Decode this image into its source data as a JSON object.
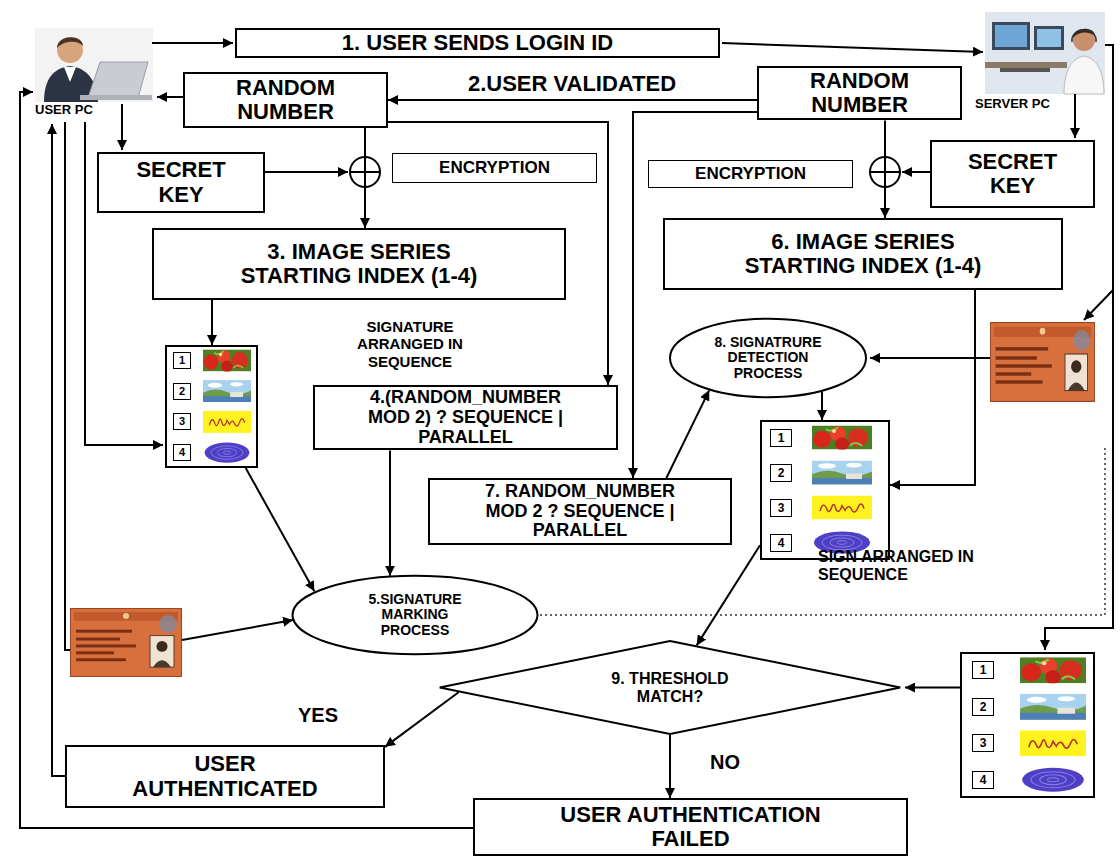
{
  "diagram": {
    "nodes": [
      {
        "text": [
          "1. USER SENDS LOGIN ID"
        ]
      },
      {
        "text": [
          "RANDOM NUMBER"
        ]
      },
      {
        "text": [
          "RANDOM NUMBER"
        ]
      },
      {
        "text": [
          "SECRET KEY"
        ]
      },
      {
        "text": [
          "ENCRYPTION"
        ]
      },
      {
        "text": [
          "ENCRYPTION"
        ]
      },
      {
        "text": [
          "SECRET KEY"
        ]
      },
      {
        "text": [
          "3. IMAGE SERIES STARTING INDEX (1-4)"
        ]
      },
      {
        "text": [
          "6. IMAGE SERIES STARTING INDEX (1-4)"
        ]
      },
      {
        "text": []
      },
      {
        "text": [
          "1"
        ],
        "in": 9
      },
      {
        "text": [
          "2"
        ],
        "in": 9
      },
      {
        "text": [
          "3"
        ],
        "in": 9
      },
      {
        "text": [
          "4"
        ],
        "in": 9
      },
      {
        "text": [
          "4.(RANDOM_NUMBER MOD 2) ? SEQUENCE | PARALLEL"
        ]
      },
      {
        "text": [
          "8. SIGNATRURE DETECTION PROCESS"
        ]
      },
      {
        "text": [
          "7. RANDOM_NUMBER MOD 2 ? SEQUENCE | PARALLEL"
        ]
      },
      {
        "text": []
      },
      {
        "text": [
          "1"
        ],
        "in": 17
      },
      {
        "text": [
          "2"
        ],
        "in": 17
      },
      {
        "text": [
          "3"
        ],
        "in": 17
      },
      {
        "text": [
          "4"
        ],
        "in": 17
      },
      {
        "text": [
          "5.SIGNATURE MARKING PROCESS"
        ]
      },
      {
        "text": [
          "9. THRESHOLD MATCH?"
        ]
      },
      {
        "text": []
      },
      {
        "text": [
          "1"
        ],
        "in": 24
      },
      {
        "text": [
          "2"
        ],
        "in": 24
      },
      {
        "text": [
          "3"
        ],
        "in": 24
      },
      {
        "text": [
          "4"
        ],
        "in": 24
      },
      {
        "text": [
          "USER AUTHENTICATED"
        ]
      },
      {
        "text": [
          "USER AUTHENTICATION FAILED"
        ]
      }
    ],
    "edges": [
      {
        "from": 2,
        "to": 1,
        "arrow": "to",
        "label": "2.USER VALIDATED"
      },
      {
        "from": 1,
        "to": 7,
        "arrow": "to"
      },
      {
        "from": 1,
        "to": 14,
        "arrow": "to"
      },
      {
        "from": 7,
        "to": 9,
        "arrow": "to"
      },
      {
        "from": 9,
        "to": 22,
        "arrow": "to"
      },
      {
        "from": 14,
        "to": 22,
        "arrow": "to"
      },
      {
        "from": 2,
        "to": 8,
        "arrow": "to"
      },
      {
        "from": 2,
        "to": 16,
        "arrow": "to"
      },
      {
        "from": 8,
        "to": 17,
        "arrow": "to"
      },
      {
        "from": 16,
        "to": 15,
        "arrow": "to"
      },
      {
        "from": 15,
        "to": 17,
        "arrow": "to"
      },
      {
        "from": 17,
        "to": 23,
        "arrow": "to"
      },
      {
        "from": 24,
        "to": 23,
        "arrow": "to"
      },
      {
        "from": 23,
        "to": 29,
        "arrow": "to",
        "label": "YES"
      },
      {
        "from": 23,
        "to": 30,
        "arrow": "to",
        "label": "NO"
      }
    ],
    "labels": [
      "USER PC",
      "SERVER PC",
      "SIGNATURE ARRANGED IN SEQUENCE",
      "SIGN ARRANGED IN SEQUENCE"
    ]
  }
}
